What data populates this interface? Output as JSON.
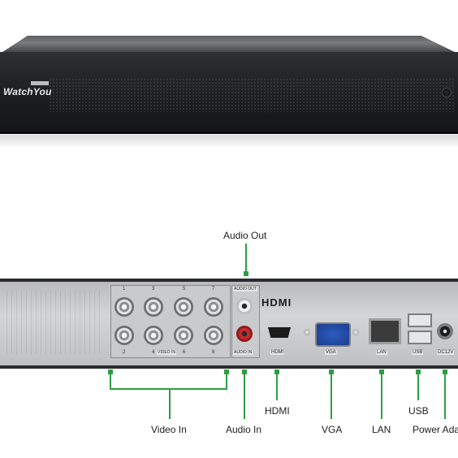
{
  "front": {
    "brand": "WatchYou"
  },
  "back": {
    "bnc_numbers_top": [
      "1",
      "3",
      "5",
      "7"
    ],
    "bnc_numbers_bottom": [
      "2",
      "4",
      "6",
      "8"
    ],
    "video_in_tag": "VIDEO IN",
    "audio_out_tag": "AUDIO OUT",
    "audio_in_tag": "AUDIO IN",
    "hdmi_logo": "HDMI",
    "port_tags": {
      "hdmi": "HDMI",
      "vga": "VGA",
      "lan": "LAN",
      "usb": "USB",
      "dc": "DC12V"
    }
  },
  "labels": {
    "audio_out": "Audio Out",
    "video_in": "Video In",
    "audio_in": "Audio In",
    "hdmi": "HDMI",
    "vga": "VGA",
    "lan": "LAN",
    "usb": "USB",
    "power": "Power Ada"
  },
  "colors": {
    "callout": "#2e9e43",
    "panel": "#c9cacc",
    "body": "#1d1e20"
  }
}
